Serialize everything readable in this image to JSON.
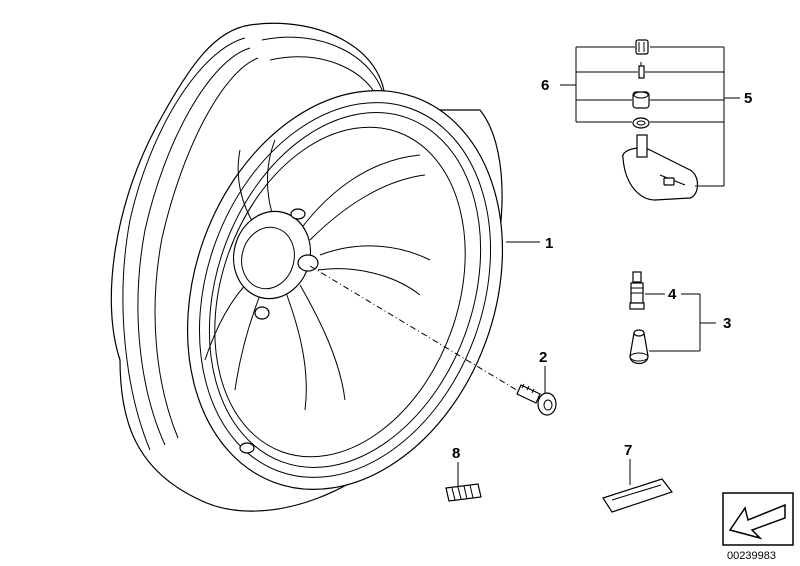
{
  "callouts": {
    "c1": "1",
    "c2": "2",
    "c3": "3",
    "c4": "4",
    "c5": "5",
    "c6": "6",
    "c7": "7",
    "c8": "8"
  },
  "document_number": "00239983",
  "icons": {
    "wheel": "cast-alloy-wheel-icon",
    "bolt": "hex-socket-bolt-icon",
    "valve": "tire-valve-icon",
    "sensor": "tire-pressure-sensor-icon",
    "balance_weight": "balance-weight-icon",
    "reflective_strip": "reflective-strip-icon",
    "navigation": "arrow-navigation-icon"
  }
}
